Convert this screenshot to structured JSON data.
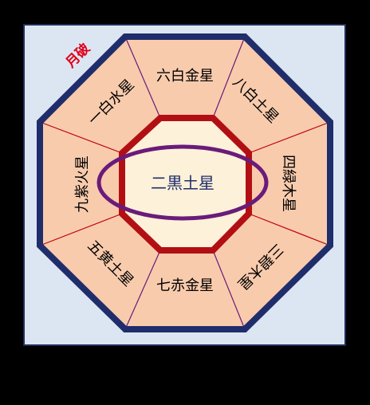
{
  "center_star": "二黒土星",
  "marker": "月破",
  "sectors": [
    {
      "position": "top",
      "label": "六白金星"
    },
    {
      "position": "top-right",
      "label": "八白土星"
    },
    {
      "position": "right",
      "label": "四緑木星"
    },
    {
      "position": "bottom-right",
      "label": "三碧木星"
    },
    {
      "position": "bottom",
      "label": "七赤金星"
    },
    {
      "position": "bottom-left",
      "label": "五黄土星"
    },
    {
      "position": "left",
      "label": "九紫火星"
    },
    {
      "position": "top-left",
      "label": "一白水星"
    }
  ],
  "colors": {
    "background": "#000000",
    "panel": "#dce6f2",
    "panel_border": "#1f2d5c",
    "sector_fill": "#f8cbad",
    "outer_border": "#1f2d6b",
    "center_fill": "#fdf1d9",
    "center_border": "#b20f14",
    "ellipse": "#6a1b7a",
    "center_text": "#1f2d6b",
    "marker_text": "#e0001b",
    "divider_purple": "#6a1b7a",
    "divider_red": "#c0000b"
  }
}
